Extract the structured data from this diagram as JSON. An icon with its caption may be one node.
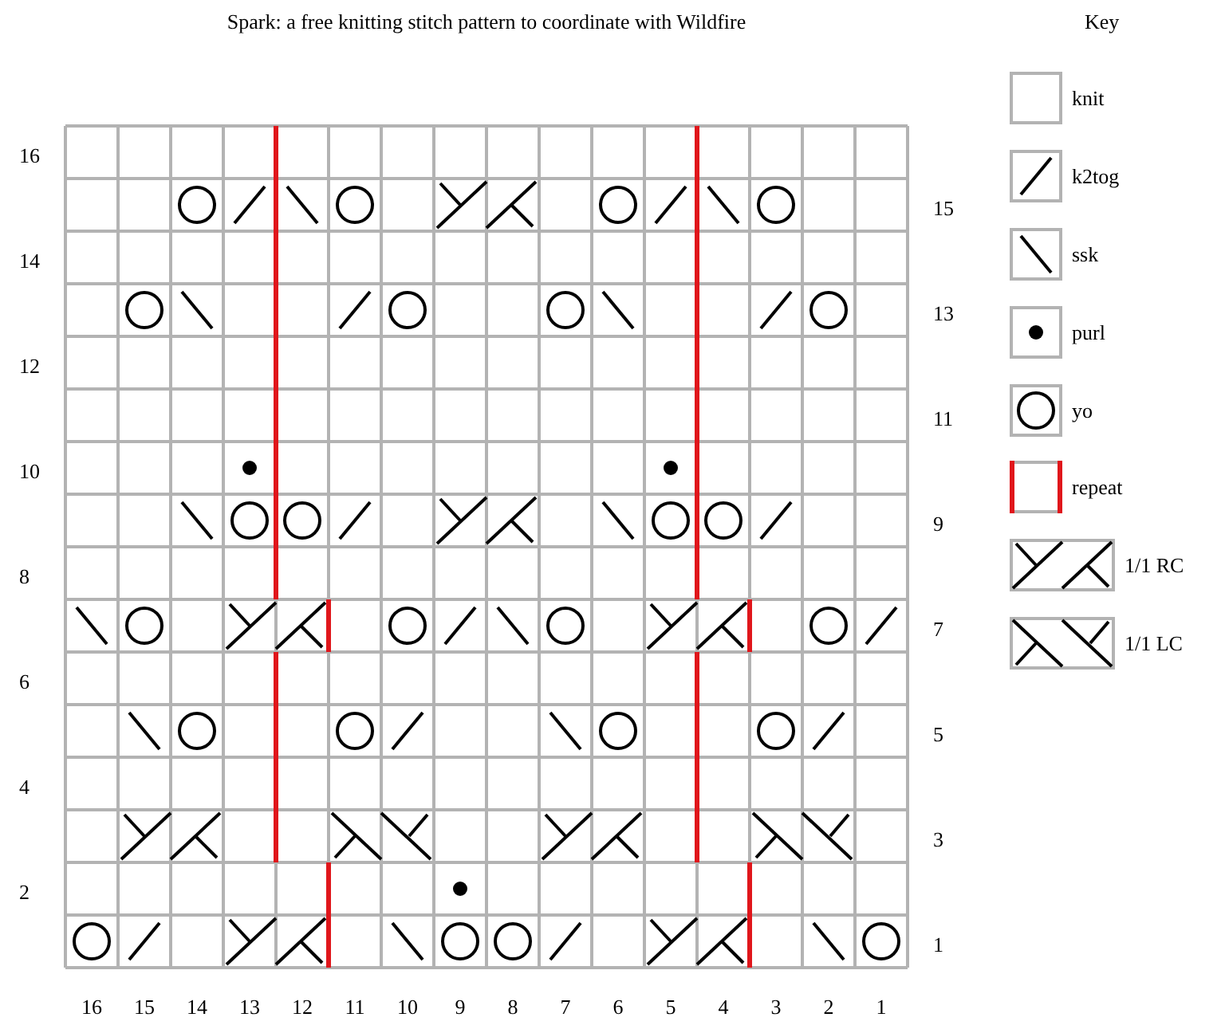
{
  "diagram": {
    "title": "Spark: a free knitting stitch pattern to coordinate with Wildfire",
    "labels": [
      "Key",
      "16",
      "15",
      "14",
      "13",
      "12",
      "11",
      "10",
      "9",
      "8",
      "7",
      "6",
      "5",
      "4",
      "3",
      "2",
      "1",
      "16",
      "15",
      "14",
      "13",
      "12",
      "11",
      "10",
      "9",
      "8",
      "7",
      "6",
      "5",
      "4",
      "3",
      "2",
      "1"
    ],
    "legend": [
      {
        "text": "knit"
      },
      {
        "text": "k2tog"
      },
      {
        "text": "ssk"
      },
      {
        "text": "purl"
      },
      {
        "text": "yo"
      },
      {
        "text": "repeat"
      },
      {
        "text": "1/1 RC"
      },
      {
        "text": "1/1 LC"
      }
    ]
  }
}
